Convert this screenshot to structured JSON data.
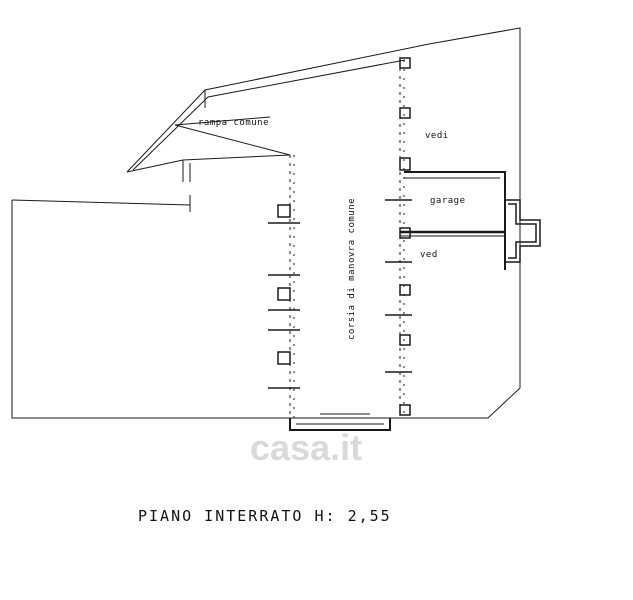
{
  "plan": {
    "labels": {
      "rampa": "rampa comune",
      "vedi": "vedi",
      "garage": "garage",
      "ved": "ved",
      "corsia": "corsia di manovra comune"
    },
    "title": "PIANO INTERRATO H: 2,55",
    "watermark": "casa.it"
  },
  "colors": {
    "line": "#1a1a1a",
    "watermark": "#d9d9d9"
  }
}
